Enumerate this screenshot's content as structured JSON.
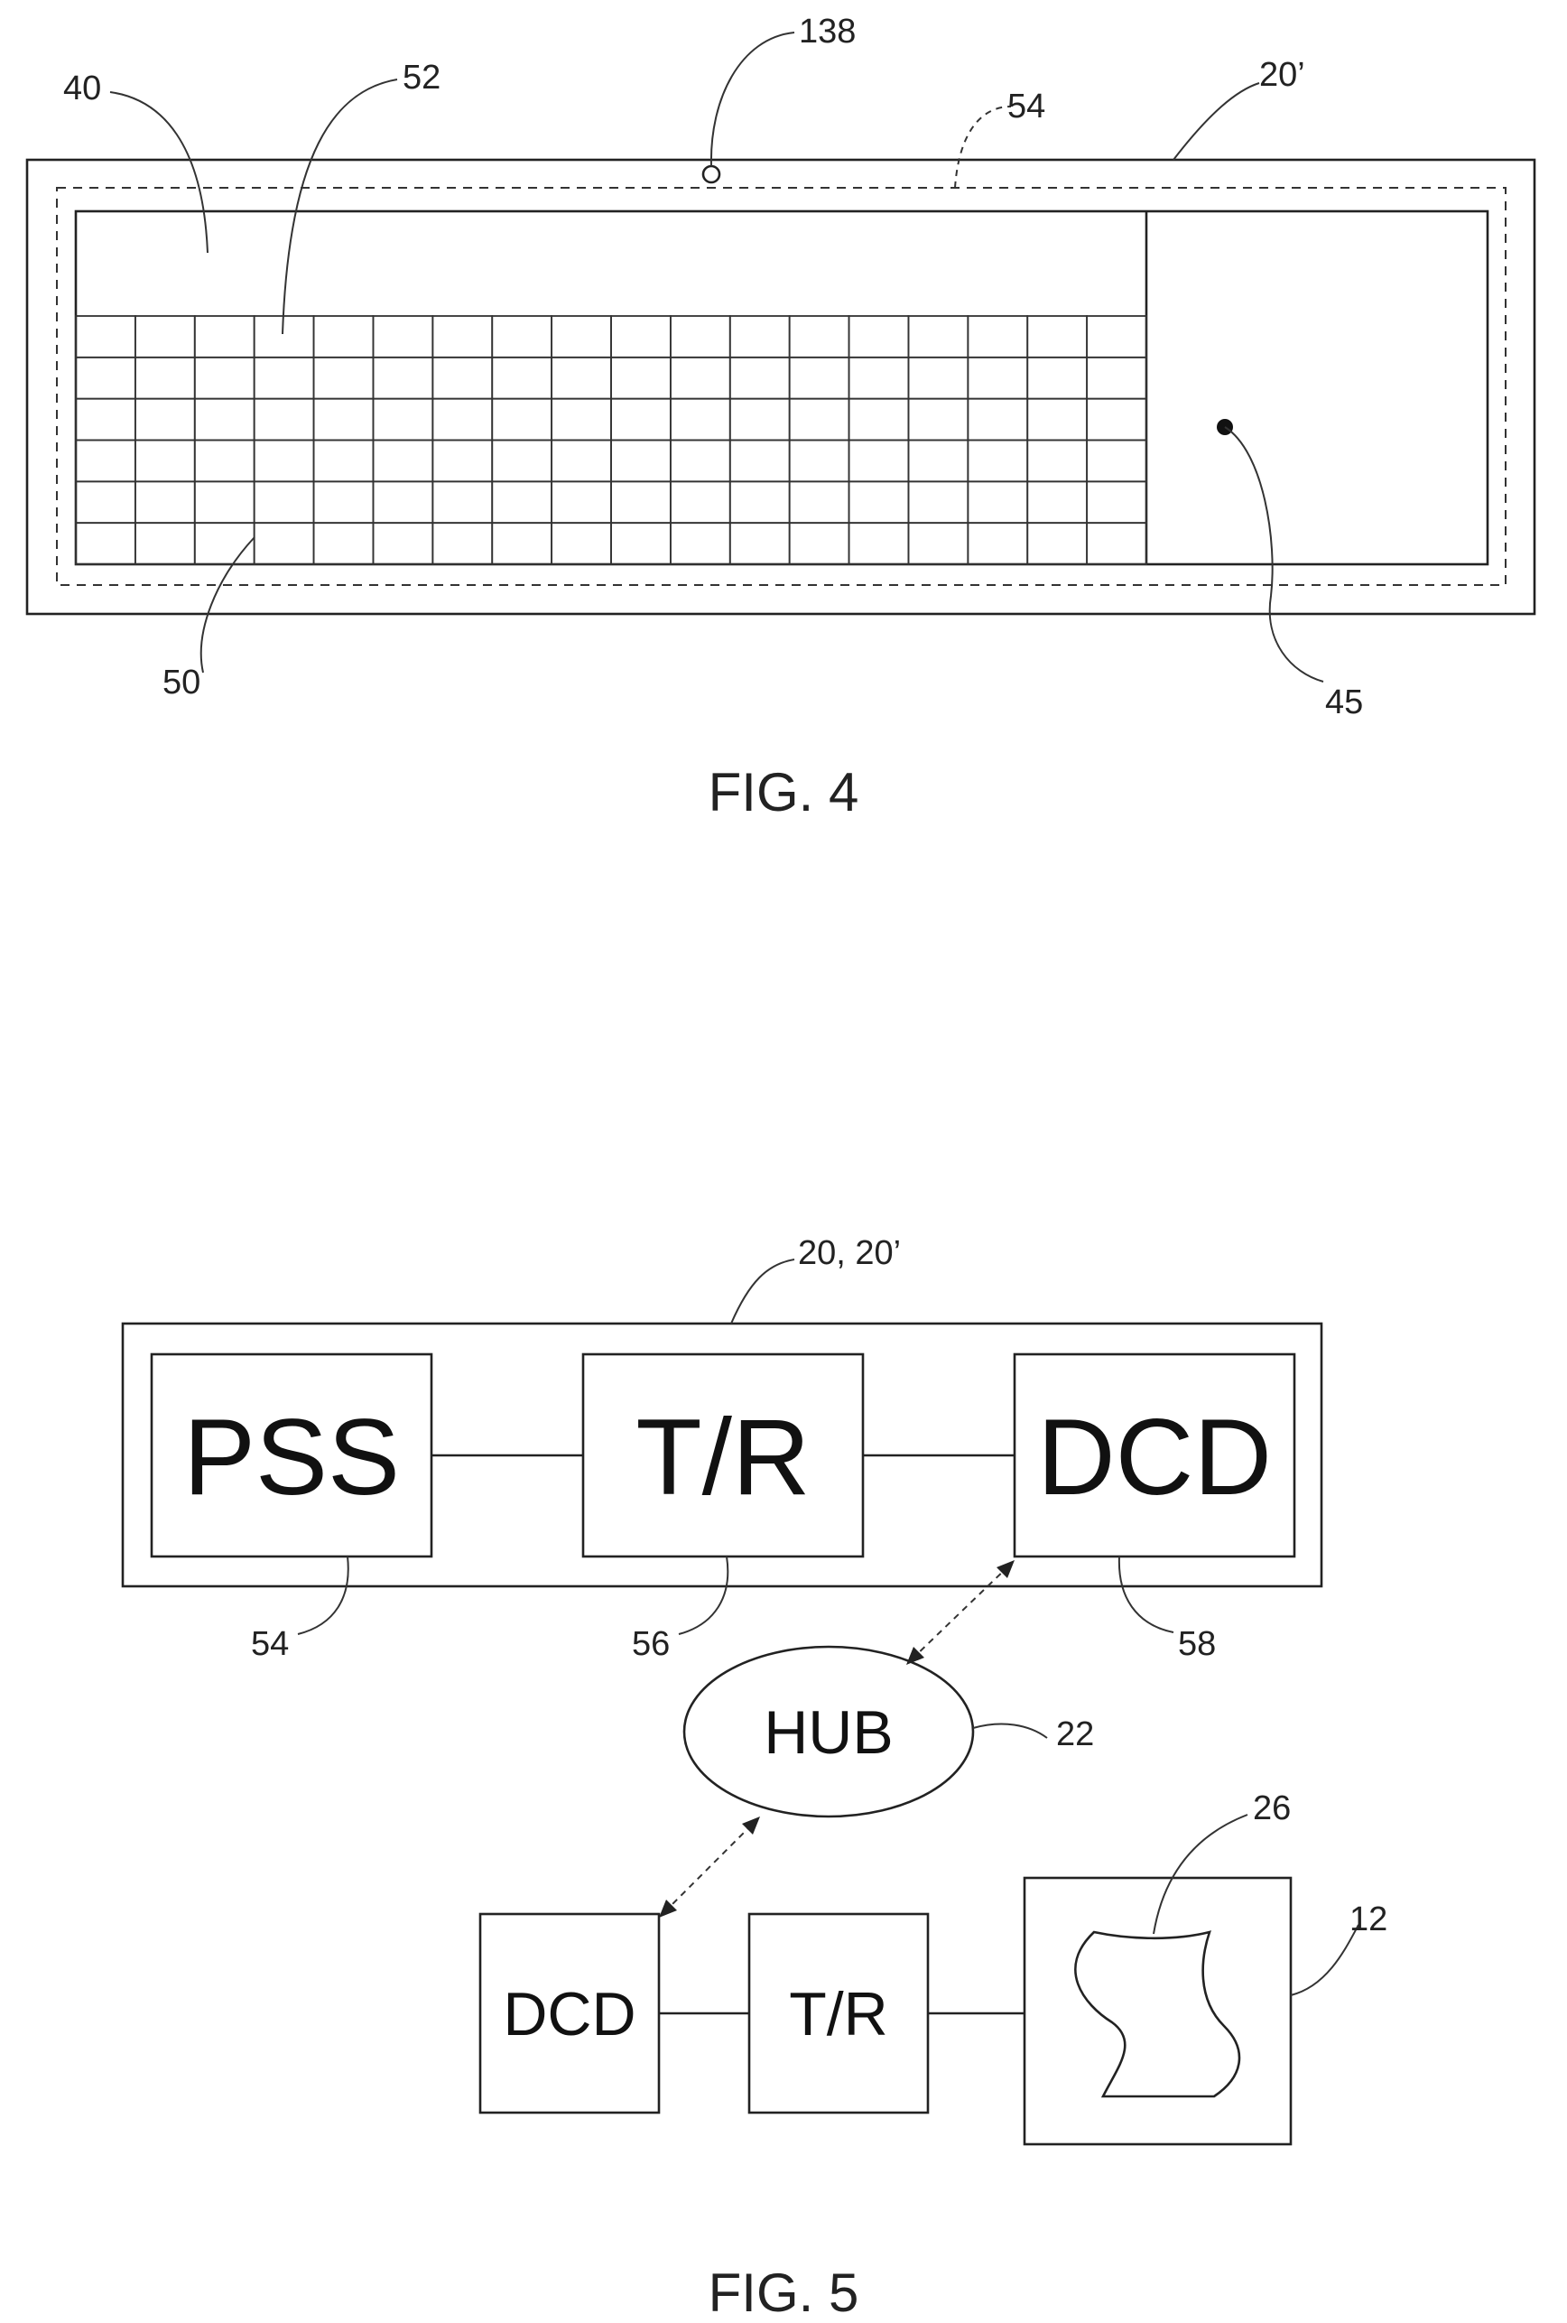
{
  "fig4": {
    "caption": "FIG. 4",
    "refs": {
      "r138": "138",
      "r54": "54",
      "r20p": "20’",
      "r40": "40",
      "r52": "52",
      "r50": "50",
      "r45": "45"
    },
    "grid": {
      "cols": 18,
      "rows": 6
    }
  },
  "fig5": {
    "caption": "FIG. 5",
    "labels": {
      "pss": "PSS",
      "tr_top": "T/R",
      "dcd_top": "DCD",
      "hub": "HUB",
      "dcd_bottom": "DCD",
      "tr_bottom": "T/R"
    },
    "refs": {
      "r20": "20, 20’",
      "r54": "54",
      "r56": "56",
      "r58": "58",
      "r22": "22",
      "r26": "26",
      "r12": "12"
    }
  }
}
